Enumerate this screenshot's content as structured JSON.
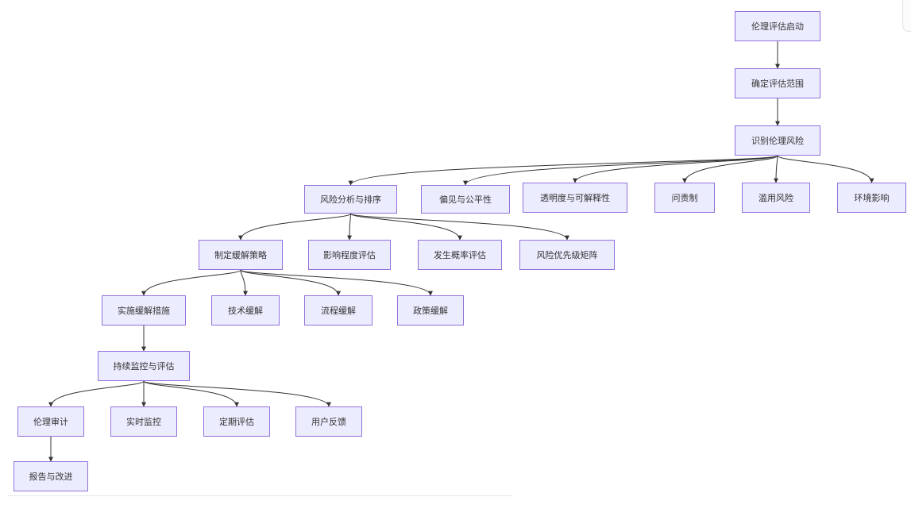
{
  "diagram": {
    "nodes": {
      "start": "伦理评估启动",
      "scope": "确定评估范围",
      "identify": "识别伦理风险",
      "analysis": "风险分析与排序",
      "bias": "偏见与公平性",
      "transparency": "透明度与可解释性",
      "accountability": "问责制",
      "misuse": "滥用风险",
      "environment": "环境影响",
      "mitigation": "制定缓解策略",
      "impact": "影响程度评估",
      "probability": "发生概率评估",
      "matrix": "风险优先级矩阵",
      "implement": "实施缓解措施",
      "tech": "技术缓解",
      "process": "流程缓解",
      "policy": "政策缓解",
      "monitor": "持续监控与评估",
      "audit": "伦理审计",
      "realtime": "实时监控",
      "periodic": "定期评估",
      "feedback": "用户反馈",
      "report": "报告与改进"
    },
    "edges": [
      [
        "start",
        "scope"
      ],
      [
        "scope",
        "identify"
      ],
      [
        "identify",
        "analysis"
      ],
      [
        "identify",
        "bias"
      ],
      [
        "identify",
        "transparency"
      ],
      [
        "identify",
        "accountability"
      ],
      [
        "identify",
        "misuse"
      ],
      [
        "identify",
        "environment"
      ],
      [
        "analysis",
        "mitigation"
      ],
      [
        "analysis",
        "impact"
      ],
      [
        "analysis",
        "probability"
      ],
      [
        "analysis",
        "matrix"
      ],
      [
        "mitigation",
        "implement"
      ],
      [
        "mitigation",
        "tech"
      ],
      [
        "mitigation",
        "process"
      ],
      [
        "mitigation",
        "policy"
      ],
      [
        "implement",
        "monitor"
      ],
      [
        "monitor",
        "audit"
      ],
      [
        "monitor",
        "realtime"
      ],
      [
        "monitor",
        "periodic"
      ],
      [
        "monitor",
        "feedback"
      ],
      [
        "audit",
        "report"
      ]
    ]
  }
}
